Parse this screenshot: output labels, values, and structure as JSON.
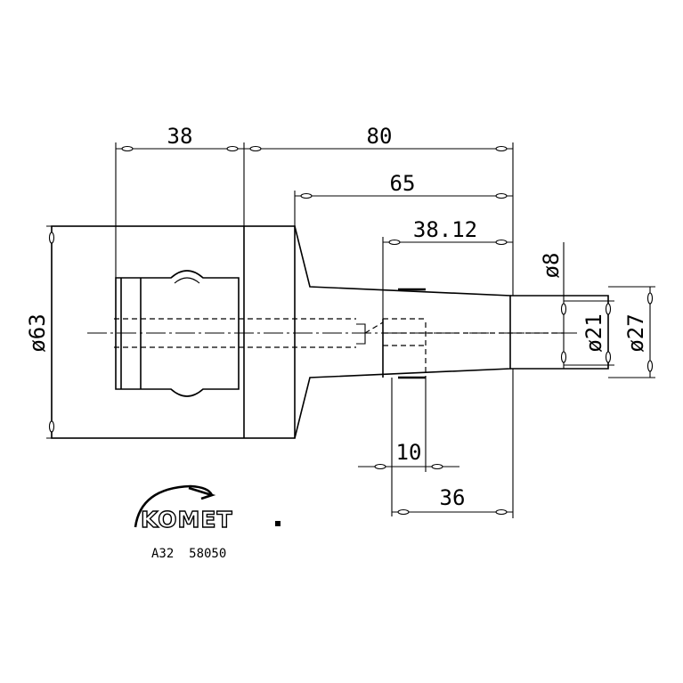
{
  "dimensions": {
    "len_38": "38",
    "len_80": "80",
    "len_65": "65",
    "len_38_12": "38.12",
    "len_10": "10",
    "len_36": "36",
    "dia_63": "ø63",
    "dia_8": "ø8",
    "dia_21": "ø21",
    "dia_27": "ø27"
  },
  "logo": {
    "brand": "KOMET",
    "code": "A32  58050"
  }
}
